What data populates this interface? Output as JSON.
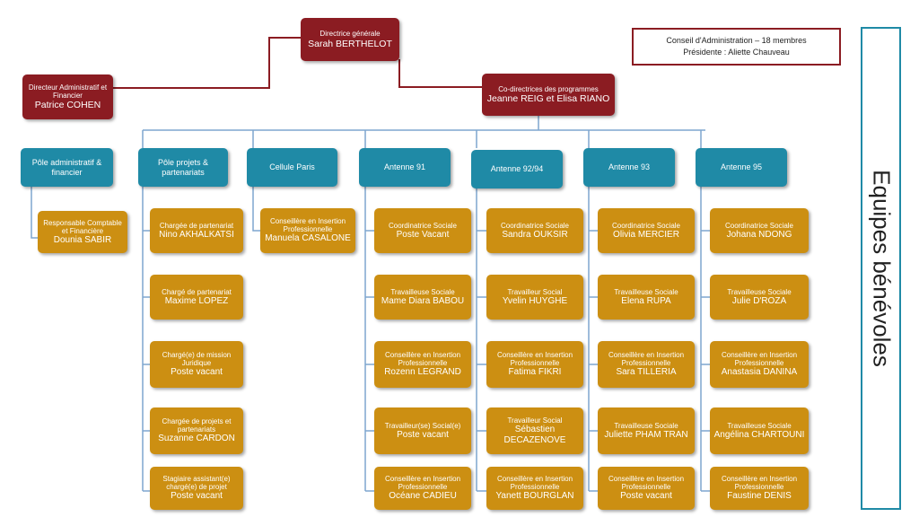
{
  "top": {
    "title": "Directrice générale",
    "name": "Sarah BERTHELOT"
  },
  "daf": {
    "title": "Directeur Administratif et Financier",
    "name": "Patrice COHEN"
  },
  "codir": {
    "title": "Co-directrices des programmes",
    "name": "Jeanne REIG et Elisa RIANO"
  },
  "council": {
    "line1": "Conseil d'Administration – 18 membres",
    "line2": "Présidente : Aliette Chauveau"
  },
  "volunteers": "Equipes bénévoles",
  "columns": [
    {
      "header": "Pôle administratif & financier",
      "staff": [
        {
          "role": "Responsable Comptable et Financière",
          "name": "Dounia SABIR"
        }
      ]
    },
    {
      "header": "Pôle projets & partenariats",
      "staff": [
        {
          "role": "Chargée de partenariat",
          "name": "Nino AKHALKATSI"
        },
        {
          "role": "Chargé de partenariat",
          "name": "Maxime LOPEZ"
        },
        {
          "role": "Chargé(e) de mission Juridique",
          "name": "Poste vacant"
        },
        {
          "role": "Chargée de projets et partenariats",
          "name": "Suzanne CARDON"
        },
        {
          "role": "Stagiaire assistant(e) chargé(e) de projet",
          "name": "Poste vacant"
        }
      ]
    },
    {
      "header": "Cellule Paris",
      "staff": [
        {
          "role": "Conseillère en Insertion Professionnelle",
          "name": "Manuela CASALONE"
        }
      ]
    },
    {
      "header": "Antenne 91",
      "staff": [
        {
          "role": "Coordinatrice Sociale",
          "name": "Poste Vacant"
        },
        {
          "role": "Travailleuse Sociale",
          "name": "Mame Diara BABOU"
        },
        {
          "role": "Conseillère en Insertion Professionnelle",
          "name": "Rozenn LEGRAND"
        },
        {
          "role": "Travailleur(se) Social(e)",
          "name": "Poste vacant"
        },
        {
          "role": "Conseillère en Insertion Professionnelle",
          "name": "Océane CADIEU"
        }
      ]
    },
    {
      "header": "Antenne 92/94",
      "staff": [
        {
          "role": "Coordinatrice Sociale",
          "name": "Sandra OUKSIR"
        },
        {
          "role": "Travailleur Social",
          "name": "Yvelin HUYGHE"
        },
        {
          "role": "Conseillère en Insertion Professionnelle",
          "name": "Fatima FIKRI"
        },
        {
          "role": "Travailleur Social",
          "name": "Sébastien DECAZENOVE"
        },
        {
          "role": "Conseillère en Insertion Professionnelle",
          "name": "Yanett BOURGLAN"
        }
      ]
    },
    {
      "header": "Antenne 93",
      "staff": [
        {
          "role": "Coordinatrice Sociale",
          "name": "Olivia MERCIER"
        },
        {
          "role": "Travailleuse Sociale",
          "name": "Elena RUPA"
        },
        {
          "role": "Conseillère en Insertion Professionnelle",
          "name": "Sara TILLERIA"
        },
        {
          "role": "Travailleuse Sociale",
          "name": "Juliette PHAM TRAN"
        },
        {
          "role": "Conseillère en Insertion Professionnelle",
          "name": "Poste vacant"
        }
      ]
    },
    {
      "header": "Antenne 95",
      "staff": [
        {
          "role": "Coordinatrice Sociale",
          "name": "Johana NDONG"
        },
        {
          "role": "Travailleuse Sociale",
          "name": "Julie D'ROZA"
        },
        {
          "role": "Conseillère en Insertion Professionnelle",
          "name": "Anastasia DANINA"
        },
        {
          "role": "Travailleuse Sociale",
          "name": "Angélina CHARTOUNI"
        },
        {
          "role": "Conseillère en Insertion Professionnelle",
          "name": "Faustine DENIS"
        }
      ]
    }
  ]
}
